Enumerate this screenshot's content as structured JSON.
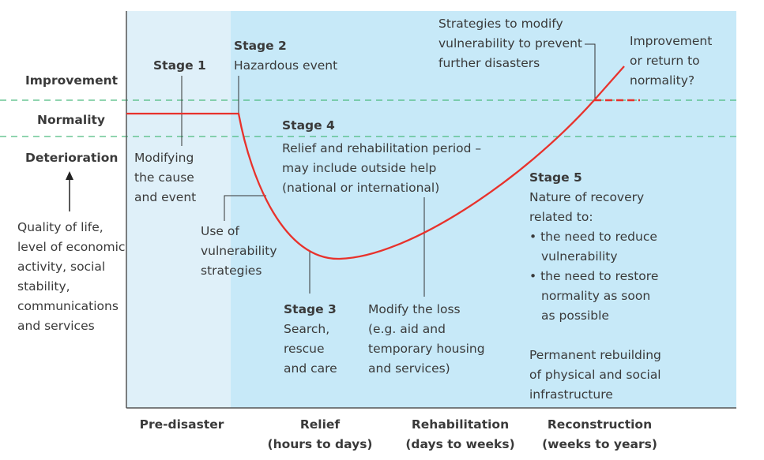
{
  "y_axis": {
    "levels": [
      "Improvement",
      "Normality",
      "Deterioration"
    ],
    "description": [
      "Quality of life,",
      "level of economic",
      "activity, social",
      "stability,",
      "communications",
      "and services"
    ]
  },
  "x_axis": {
    "phases": [
      {
        "name": "Pre-disaster",
        "sub": ""
      },
      {
        "name": "Relief",
        "sub": "(hours to days)"
      },
      {
        "name": "Rehabilitation",
        "sub": "(days to weeks)"
      },
      {
        "name": "Reconstruction",
        "sub": "(weeks to years)"
      }
    ]
  },
  "stage1": {
    "title": "Stage 1",
    "text": [
      "Modifying",
      "the cause",
      "and event"
    ]
  },
  "stage2": {
    "title": "Stage 2",
    "text": "Hazardous event"
  },
  "stage3": {
    "title": "Stage 3",
    "text": [
      "Search,",
      "rescue",
      "and care"
    ]
  },
  "stage4": {
    "title": "Stage 4",
    "text": [
      "Relief and rehabilitation period –",
      "may include outside help",
      "(national or international)"
    ]
  },
  "stage5": {
    "title": "Stage 5",
    "text": [
      "Nature of recovery",
      "related to:",
      "• the need to reduce",
      "vulnerability",
      "• the need to restore",
      "normality as soon",
      "as possible"
    ],
    "rebuild": [
      "Permanent rebuilding",
      "of physical and social",
      "infrastructure"
    ]
  },
  "use_of": [
    "Use of",
    "vulnerability",
    "strategies"
  ],
  "modify_loss": [
    "Modify the loss",
    "(e.g. aid and",
    "temporary housing",
    "and services)"
  ],
  "strategies": [
    "Strategies to modify",
    "vulnerability to prevent",
    "further disasters"
  ],
  "outcome": [
    "Improvement",
    "or return to",
    "normality?"
  ],
  "colors": {
    "curve": "#e8322c",
    "guide": "#4dbb7f",
    "pre_bg": "#dff0f9",
    "post_bg": "#c7e9f8",
    "text": "#3a3a3a"
  }
}
